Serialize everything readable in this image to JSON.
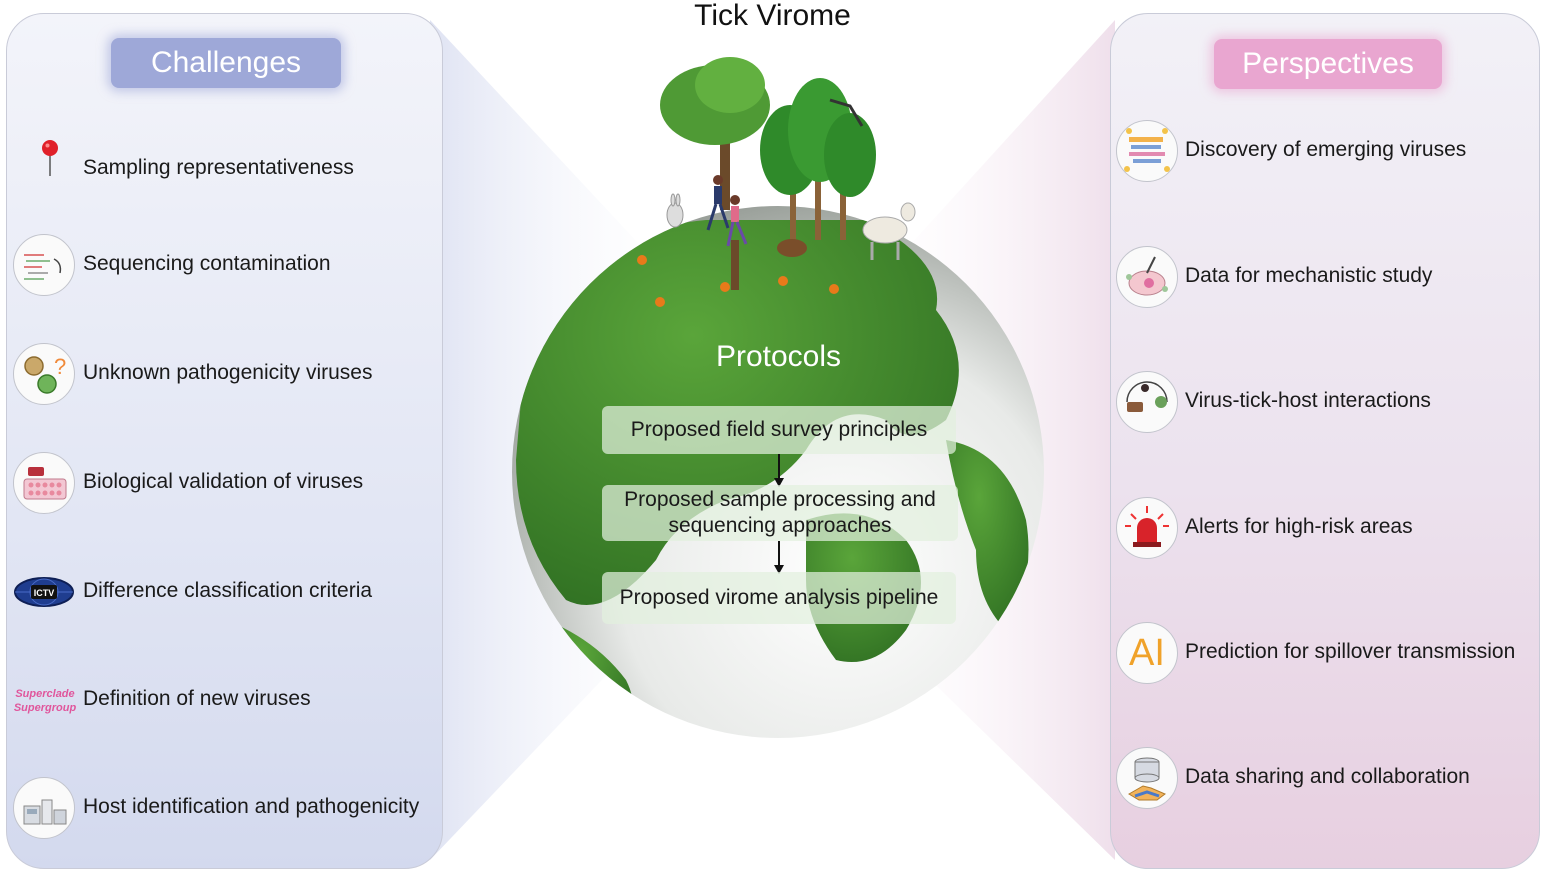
{
  "title": "Tick Virome",
  "protocols": {
    "title": "Protocols",
    "steps": [
      "Proposed field survey principles",
      "Proposed sample processing and sequencing approaches",
      "Proposed virome analysis pipeline"
    ]
  },
  "challenges": {
    "header": "Challenges",
    "items": [
      {
        "label": "Sampling representativeness",
        "icon": "map-pin-icon"
      },
      {
        "label": "Sequencing contamination",
        "icon": "sequence-reads-icon"
      },
      {
        "label": "Unknown pathogenicity viruses",
        "icon": "virus-question-icon"
      },
      {
        "label": "Biological validation of viruses",
        "icon": "cell-culture-plate-icon"
      },
      {
        "label": "Difference classification criteria",
        "icon": "ictv-logo-icon",
        "icon_text": "ICTV"
      },
      {
        "label": "Definition of new viruses",
        "icon": "superclade-text-icon",
        "icon_text_lines": [
          "Superclade",
          "Supergroup"
        ]
      },
      {
        "label": "Host identification and pathogenicity",
        "icon": "lab-instruments-icon"
      }
    ]
  },
  "perspectives": {
    "header": "Perspectives",
    "items": [
      {
        "label": "Discovery of emerging viruses",
        "icon": "genome-discovery-icon"
      },
      {
        "label": "Data for mechanistic study",
        "icon": "mechanistic-cell-icon"
      },
      {
        "label": "Virus-tick-host interactions",
        "icon": "host-interaction-icon"
      },
      {
        "label": "Alerts for high-risk areas",
        "icon": "alarm-siren-icon"
      },
      {
        "label": "Prediction for spillover transmission",
        "icon": "ai-icon",
        "icon_text": "AI"
      },
      {
        "label": "Data sharing and collaboration",
        "icon": "database-handshake-icon"
      }
    ]
  },
  "colors": {
    "challenges_header": "#9ea8d8",
    "perspectives_header": "#e9a6d0",
    "globe_green": "#3f8a2c",
    "ai_orange": "#f0a22a",
    "superclade_pink": "#e0569c"
  }
}
